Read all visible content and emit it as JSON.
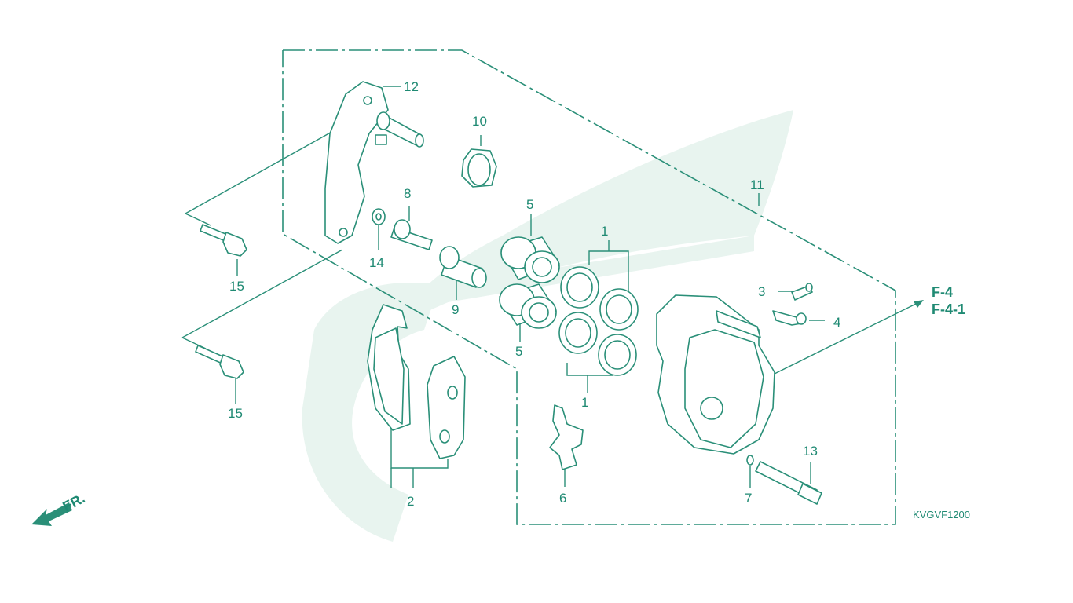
{
  "diagram": {
    "callouts": [
      "1",
      "1",
      "2",
      "3",
      "4",
      "5",
      "5",
      "6",
      "7",
      "8",
      "9",
      "10",
      "11",
      "12",
      "13",
      "14",
      "15",
      "15"
    ],
    "references": [
      "F-4",
      "F-4-1"
    ],
    "direction_label": "FR.",
    "drawing_code": "KVGVF1200",
    "colors": {
      "line": "#2a8f78",
      "text": "#1f8a73",
      "watermark": "#e8f4ef"
    }
  }
}
